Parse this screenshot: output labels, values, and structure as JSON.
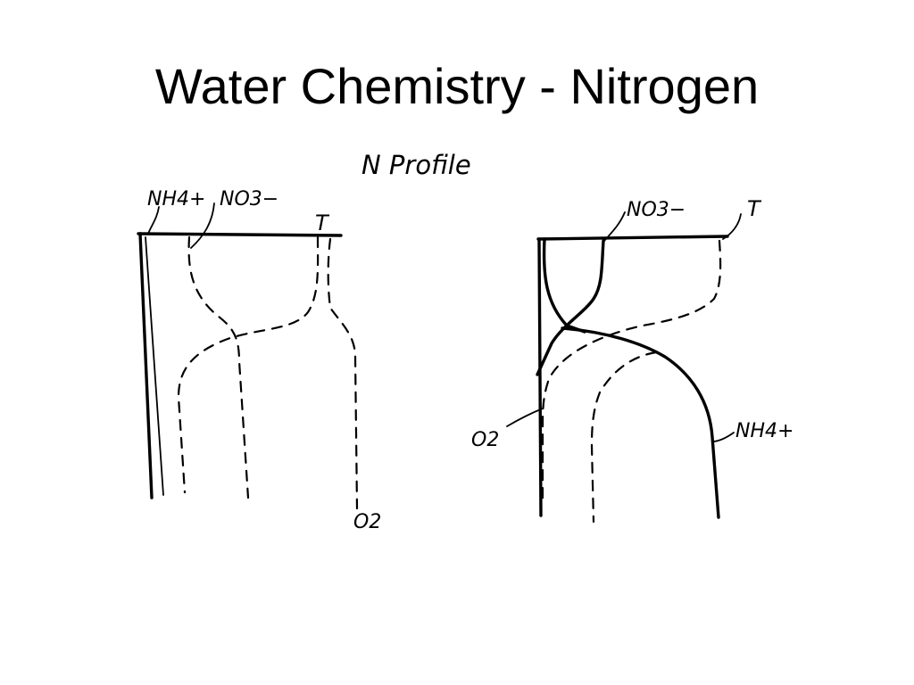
{
  "title": "Water Chemistry - Nitrogen",
  "diagram": {
    "heading": "N Profile",
    "left_panel": {
      "labels": {
        "ammonium": "NH4+",
        "nitrate": "NO3−",
        "temperature": "T",
        "oxygen": "O2"
      }
    },
    "right_panel": {
      "labels": {
        "nitrate": "NO3−",
        "temperature": "T",
        "oxygen": "O2",
        "ammonium": "NH4+"
      }
    }
  }
}
